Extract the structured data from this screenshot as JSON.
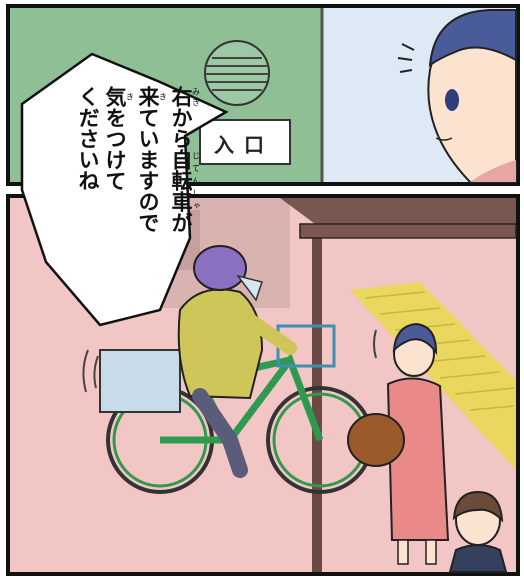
{
  "sign": {
    "label": "入口"
  },
  "speech_bubble": {
    "lines": [
      {
        "parts": [
          {
            "base": "右",
            "ruby": "みぎ"
          },
          {
            "base": "から"
          },
          {
            "base": "自転車",
            "ruby": "じてんしゃ"
          },
          {
            "base": "が"
          }
        ]
      },
      {
        "parts": [
          {
            "base": "来",
            "ruby": "き"
          },
          {
            "base": "ていますので"
          }
        ]
      },
      {
        "parts": [
          {
            "base": "気",
            "ruby": "き"
          },
          {
            "base": "をつけて"
          }
        ]
      },
      {
        "parts": [
          {
            "base": "ください"
          },
          {
            "base": "ね"
          }
        ]
      }
    ]
  },
  "colors": {
    "wall": "#8fbf95",
    "sky": "#dde9f5",
    "ground": "#f2c6c4",
    "tactile_paving": "#e8d85a",
    "bicycle": "#2f9a4f",
    "rider_shirt": "#cfc65a",
    "helmet": "#8b6fc0",
    "woman_dress": "#e98a89",
    "bag": "#9a5a2c"
  }
}
